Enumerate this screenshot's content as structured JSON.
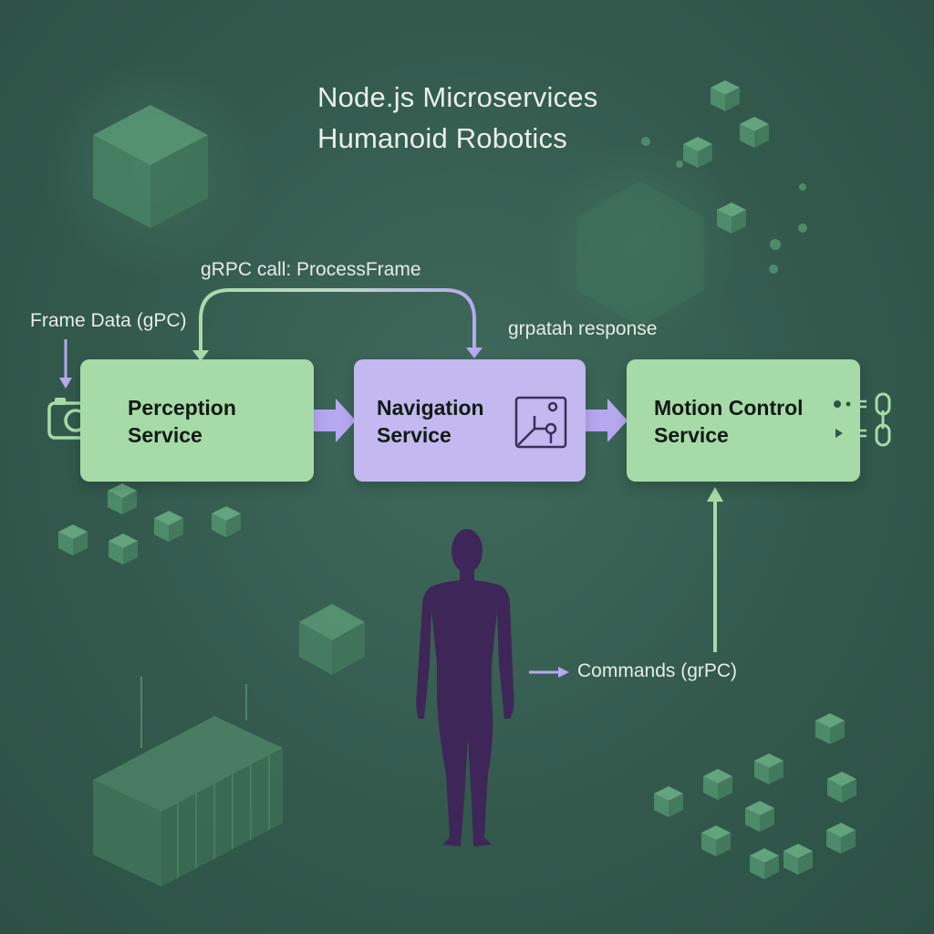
{
  "title": {
    "line1": "Node.js Microservices",
    "line2": "Humanoid Robotics"
  },
  "labels": {
    "grpc_call": "gRPC call: ProcessFrame",
    "frame_data": "Frame Data (gPC)",
    "response": "grpatah response",
    "commands": "Commands (grPC)"
  },
  "services": {
    "perception": {
      "line1": "Perception",
      "line2": "Service"
    },
    "navigation": {
      "line1": "Navigation",
      "line2": "Service"
    },
    "motion": {
      "line1": "Motion Control",
      "line2": "Service"
    }
  },
  "icons": {
    "camera": "camera-icon",
    "map": "map-pin-icon",
    "servo": "servo-control-icon",
    "link": "chain-link-icon",
    "robot": "humanoid-silhouette-icon",
    "container": "shipping-container-icon"
  },
  "colors": {
    "background": "#33594d",
    "service_green": "#a6dba8",
    "service_purple": "#c3b8ef",
    "flow_arrow": "#b6a8ef",
    "humanoid": "#3e2658"
  }
}
